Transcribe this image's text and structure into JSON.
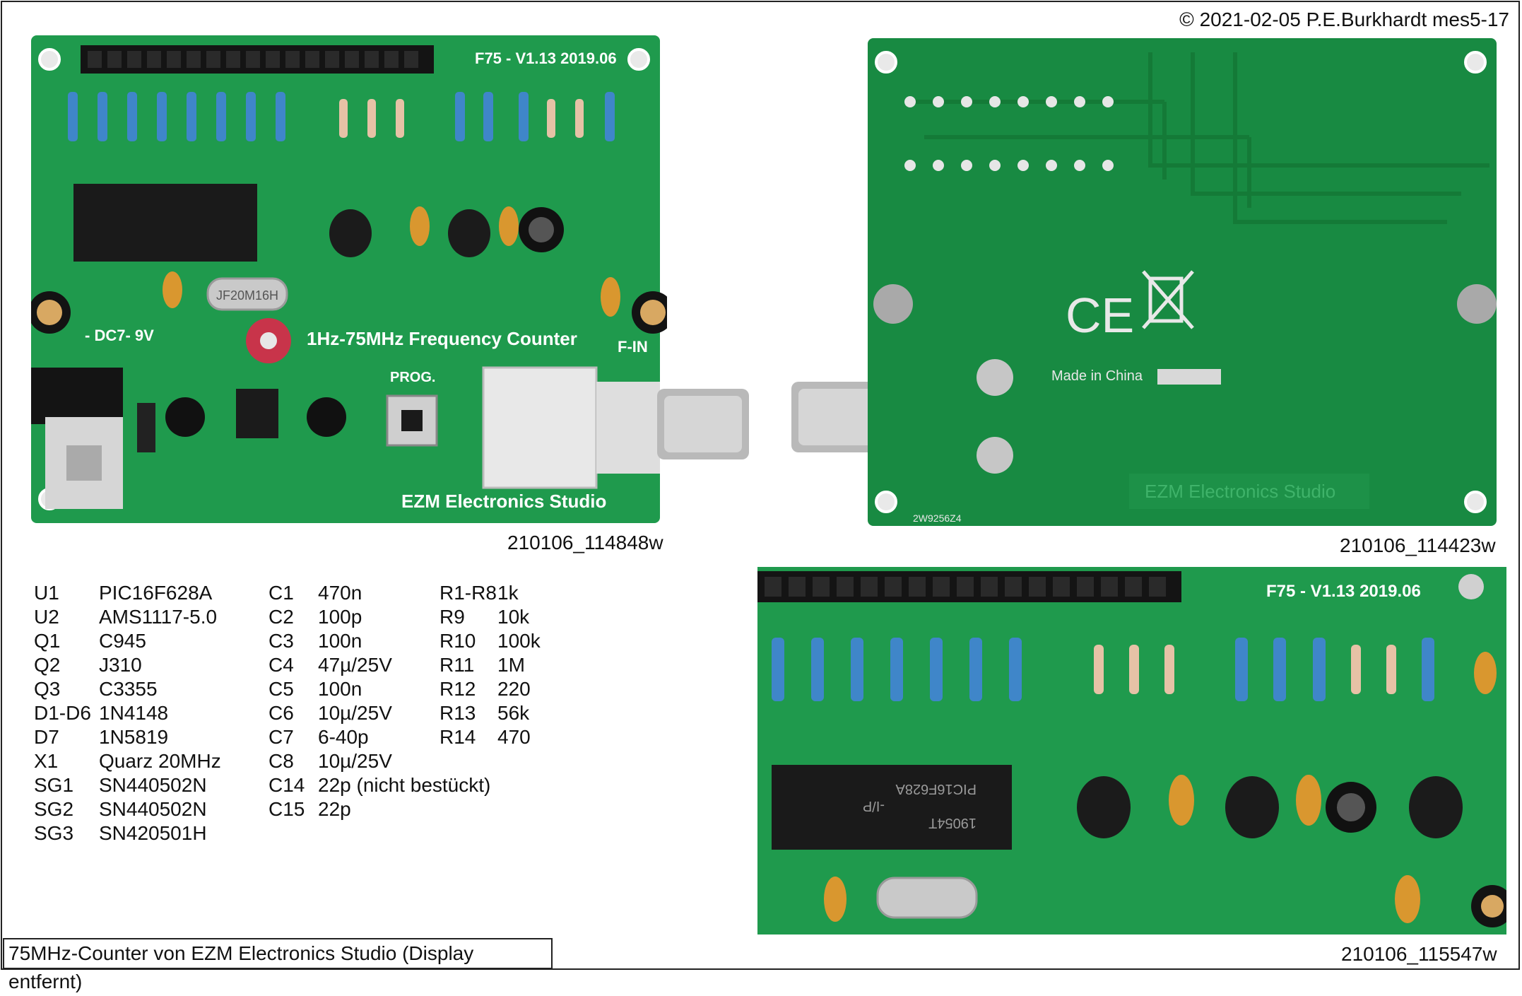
{
  "copyright": "© 2021-02-05 P.E.Burkhardt mes5-17",
  "photos": {
    "front": {
      "caption": "210106_114848w",
      "silk": {
        "version": "F75 - V1.13  2019.06",
        "title": "1Hz-75MHz Frequency Counter",
        "brand": "EZM Electronics Studio",
        "power": "- DC7- 9V",
        "prog": "PROG.",
        "fin": "F-IN",
        "crystal": "JF20M16H"
      }
    },
    "back": {
      "caption": "210106_114423w",
      "silk": {
        "ce": "CE",
        "made": "Made in China",
        "brand": "EZM Electronics Studio",
        "code": "2W9256Z4"
      }
    },
    "detail": {
      "caption": "210106_115547w",
      "silk": {
        "version": "F75 - V1.13  2019.06",
        "chip": "PIC16F628A",
        "chip2": "-I/P",
        "chip3": "19054T"
      }
    }
  },
  "parts": {
    "col1": [
      {
        "ref": "U1",
        "val": "PIC16F628A"
      },
      {
        "ref": "U2",
        "val": "AMS1117-5.0"
      },
      {
        "ref": "Q1",
        "val": "C945"
      },
      {
        "ref": "Q2",
        "val": "J310"
      },
      {
        "ref": "Q3",
        "val": "C3355"
      },
      {
        "ref": "D1-D6",
        "val": "1N4148"
      },
      {
        "ref": "D7",
        "val": "1N5819"
      },
      {
        "ref": "X1",
        "val": "Quarz 20MHz"
      },
      {
        "ref": "SG1",
        "val": "SN440502N"
      },
      {
        "ref": "SG2",
        "val": "SN440502N"
      },
      {
        "ref": "SG3",
        "val": "SN420501H"
      }
    ],
    "col2": [
      {
        "ref": "C1",
        "val": "470n"
      },
      {
        "ref": "C2",
        "val": "100p"
      },
      {
        "ref": "C3",
        "val": "100n"
      },
      {
        "ref": "C4",
        "val": "47µ/25V"
      },
      {
        "ref": "C5",
        "val": "100n"
      },
      {
        "ref": "C6",
        "val": "10µ/25V"
      },
      {
        "ref": "C7",
        "val": "6-40p"
      },
      {
        "ref": "C8",
        "val": "10µ/25V"
      },
      {
        "ref": "C14",
        "val": "22p (nicht bestückt)"
      },
      {
        "ref": "C15",
        "val": "22p"
      }
    ],
    "col3": [
      {
        "ref": "R1-R8",
        "val": "1k"
      },
      {
        "ref": "R9",
        "val": "10k"
      },
      {
        "ref": "R10",
        "val": "100k"
      },
      {
        "ref": "R11",
        "val": "1M"
      },
      {
        "ref": "R12",
        "val": "220"
      },
      {
        "ref": "R13",
        "val": "56k"
      },
      {
        "ref": "R14",
        "val": "470"
      }
    ]
  },
  "footer": "75MHz-Counter von EZM Electronics Studio (Display entfernt)"
}
